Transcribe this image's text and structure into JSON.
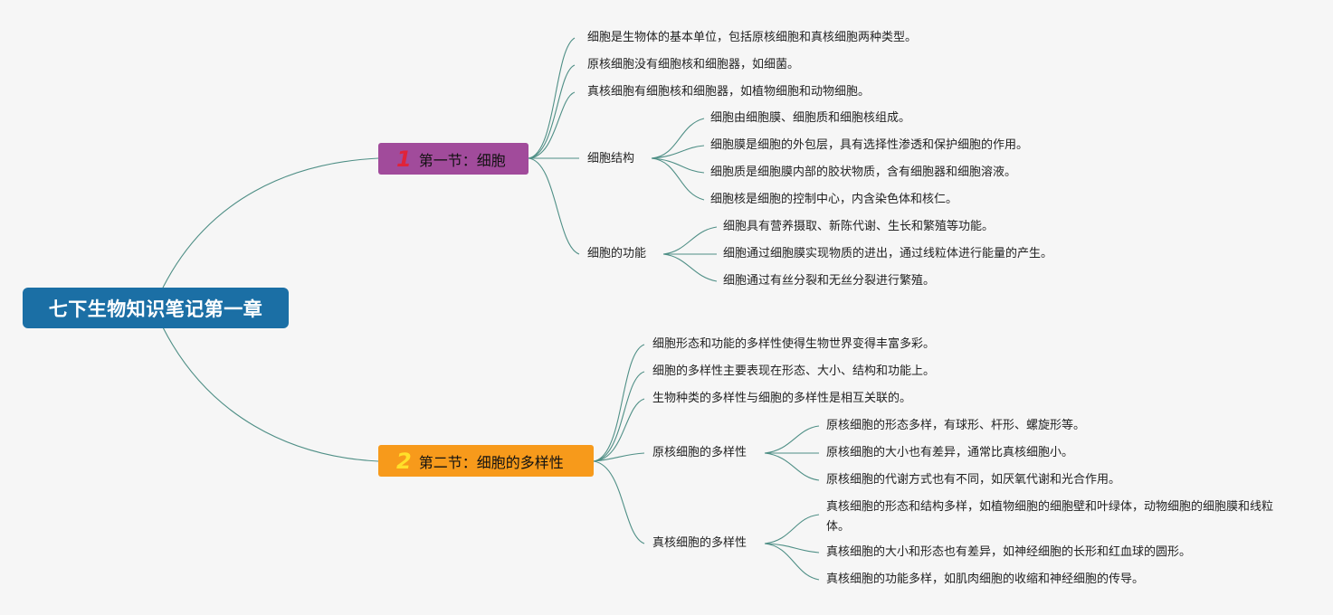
{
  "root": "七下生物知识笔记第一章",
  "section1": {
    "num": "1",
    "title": "第一节：细胞",
    "items": [
      "细胞是生物体的基本单位，包括原核细胞和真核细胞两种类型。",
      "原核细胞没有细胞核和细胞器，如细菌。",
      "真核细胞有细胞核和细胞器，如植物细胞和动物细胞。"
    ],
    "structure": {
      "label": "细胞结构",
      "items": [
        "细胞由细胞膜、细胞质和细胞核组成。",
        "细胞膜是细胞的外包层，具有选择性渗透和保护细胞的作用。",
        "细胞质是细胞膜内部的胶状物质，含有细胞器和细胞溶液。",
        "细胞核是细胞的控制中心，内含染色体和核仁。"
      ]
    },
    "function": {
      "label": "细胞的功能",
      "items": [
        "细胞具有营养摄取、新陈代谢、生长和繁殖等功能。",
        "细胞通过细胞膜实现物质的进出，通过线粒体进行能量的产生。",
        "细胞通过有丝分裂和无丝分裂进行繁殖。"
      ]
    }
  },
  "section2": {
    "num": "2",
    "title": "第二节：细胞的多样性",
    "items": [
      "细胞形态和功能的多样性使得生物世界变得丰富多彩。",
      "细胞的多样性主要表现在形态、大小、结构和功能上。",
      "生物种类的多样性与细胞的多样性是相互关联的。"
    ],
    "prokaryote": {
      "label": "原核细胞的多样性",
      "items": [
        "原核细胞的形态多样，有球形、杆形、螺旋形等。",
        "原核细胞的大小也有差异，通常比真核细胞小。",
        "原核细胞的代谢方式也有不同，如厌氧代谢和光合作用。"
      ]
    },
    "eukaryote": {
      "label": "真核细胞的多样性",
      "items": [
        "真核细胞的形态和结构多样，如植物细胞的细胞壁和叶绿体，动物细胞的细胞膜和线粒体。",
        "真核细胞的大小和形态也有差异，如神经细胞的长形和红血球的圆形。",
        "真核细胞的功能多样，如肌肉细胞的收缩和神经细胞的传导。"
      ]
    }
  }
}
